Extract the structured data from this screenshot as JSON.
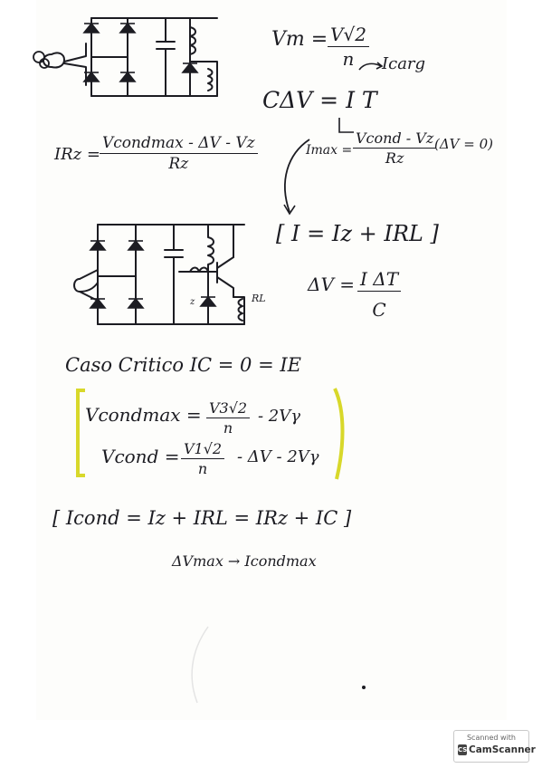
{
  "notes": {
    "vm_lhs": "Vm =",
    "vm_num": "V√2",
    "vm_den": "n",
    "icarga_note": "Icarg",
    "cdv_eq": "CΔV = I T",
    "imax_lhs": "Imax =",
    "imax_num": "Vcond - Vz",
    "imax_den": "Rz",
    "imax_cond": "(ΔV = 0)",
    "irz_lhs": "IRz =",
    "irz_num": "Vcondmax - ΔV - Vz",
    "irz_den": "Rz",
    "i_sum": "[ I = Iz + IRL ]",
    "dv_lhs": "ΔV =",
    "dv_num": "I ΔT",
    "dv_den": "C",
    "caso_critico": "Caso Critico  IC = 0 = IE",
    "vcondmax_lhs": "Vcondmax =",
    "vcondmax_num": "V3√2",
    "vcondmax_den": "n",
    "vcondmax_rhs": "- 2Vγ",
    "vcond_lhs": "Vcond =",
    "vcond_num": "V1√2",
    "vcond_den": "n",
    "vcond_rhs": "- ΔV - 2Vγ",
    "icond_eq": "[ Icond = Iz + IRL = IRz + IC ]",
    "dvmax_note": "ΔVmax → Icondmax",
    "label_z": "z",
    "label_rl": "RL"
  },
  "scanner": {
    "line1": "Scanned with",
    "line2": "CamScanner",
    "logo": "CS"
  },
  "colors": {
    "ink": "#1c1c22",
    "highlight": "#d8d82a"
  }
}
